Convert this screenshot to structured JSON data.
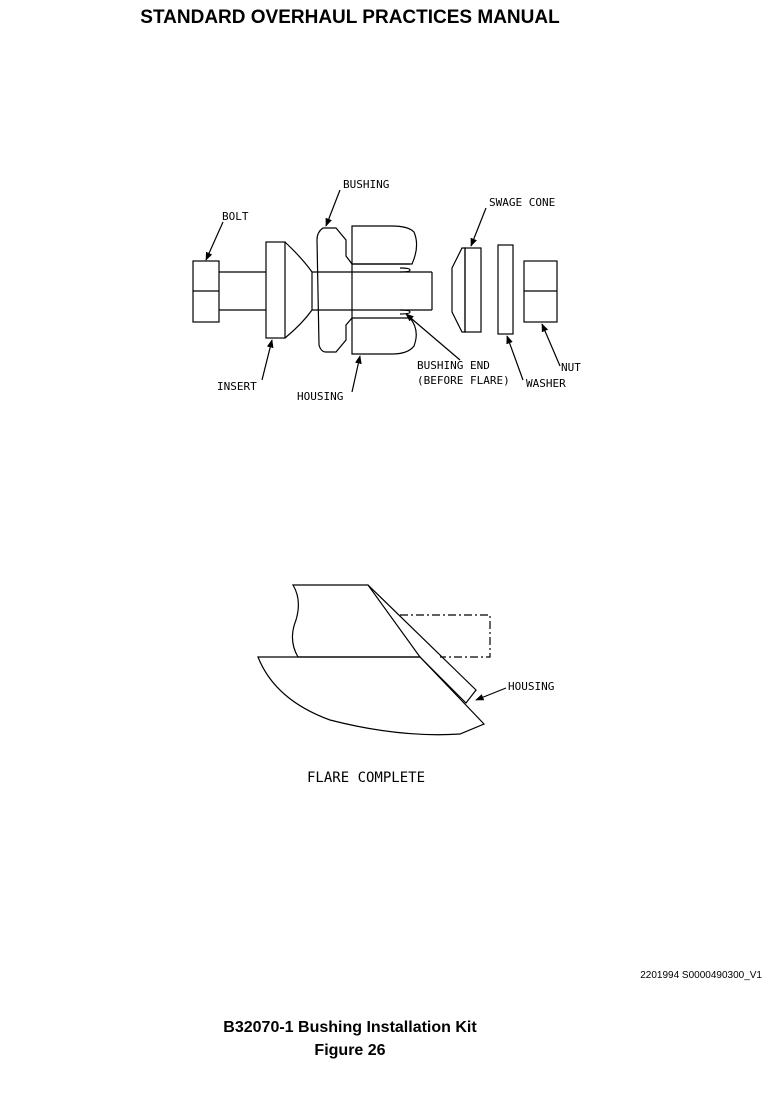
{
  "header": {
    "title": "STANDARD OVERHAUL PRACTICES MANUAL"
  },
  "exploded_view": {
    "labels": {
      "bushing": "BUSHING",
      "bolt": "BOLT",
      "swage_cone": "SWAGE CONE",
      "insert": "INSERT",
      "housing": "HOUSING",
      "bushing_end_line1": "BUSHING END",
      "bushing_end_line2": "(BEFORE FLARE)",
      "washer": "WASHER",
      "nut": "NUT"
    }
  },
  "flare_view": {
    "labels": {
      "housing": "HOUSING",
      "caption": "FLARE COMPLETE"
    }
  },
  "footer": {
    "sheet_id": "2201994 S0000490300_V1",
    "figure_title": "B32070-1 Bushing Installation Kit",
    "figure_number": "Figure 26"
  }
}
